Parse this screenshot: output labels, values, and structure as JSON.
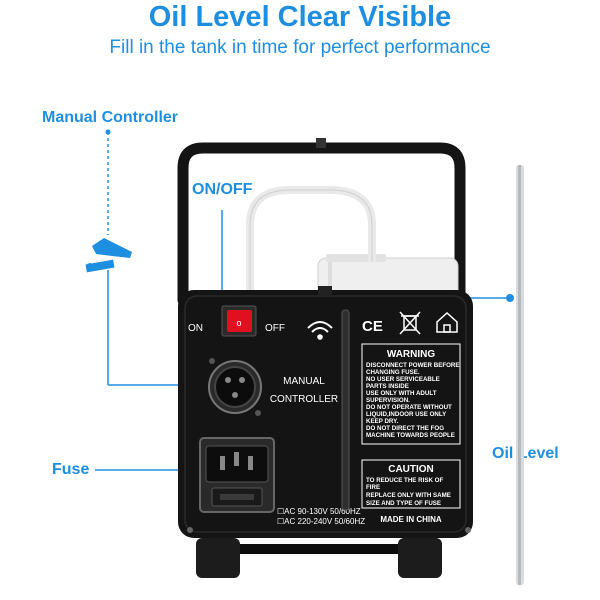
{
  "header": {
    "title": "Oil Level Clear Visible",
    "subtitle": "Fill in the tank in time for perfect performance"
  },
  "callouts": {
    "manual_controller": "Manual Controller",
    "on_off": "ON/OFF",
    "fuse": "Fuse",
    "oil_level": "Oil Level"
  },
  "panel": {
    "switch_on": "ON",
    "switch_off": "OFF",
    "manual_line1": "MANUAL",
    "manual_line2": "CONTROLLER",
    "voltage_1": "☐AC 90-130V 50/60HZ",
    "voltage_2": "☐AC 220-240V 50/60HZ",
    "ce_mark": "CE",
    "warning_title": "WARNING",
    "warning_lines": [
      "DISCONNECT POWER BEFORE",
      "CHANGING FUSE.",
      "NO USER SERVICEABLE",
      "PARTS INSIDE",
      "USE ONLY WITH ADULT",
      "SUPERVISION.",
      "DO NOT OPERATE WITHOUT",
      "LIQUID,INDOOR USE ONLY",
      "KEEP DRY.",
      "DO NOT DIRECT THE FOG",
      "MACHINE TOWARDS PEOPLE"
    ],
    "caution_title": "CAUTION",
    "caution_lines": [
      "TO REDUCE THE RISK OF",
      "FIRE",
      "REPLACE ONLY WITH SAME",
      "SIZE AND TYPE OF FUSE"
    ],
    "made_in": "MADE IN CHINA"
  },
  "colors": {
    "accent": "#1e8fe0",
    "body": "#141414",
    "switch": "#e01020"
  },
  "icons": [
    "foot-pedal-icon",
    "wireless-icon",
    "trash-bin-icon",
    "house-icon"
  ]
}
